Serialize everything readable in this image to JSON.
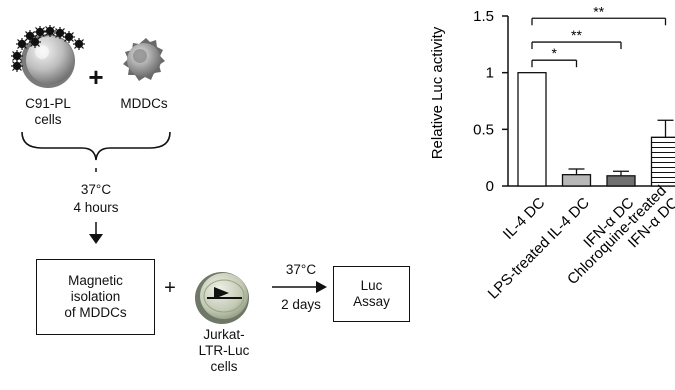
{
  "schematic": {
    "cell_a_label": "C91-PL\ncells",
    "plus_1": "+",
    "cell_b_label": "MDDCs",
    "step1_temp": "37°C",
    "step1_time": "4 hours",
    "isolation_box": "Magnetic\nisolation\nof MDDCs",
    "plus_2": "+",
    "reporter_label": "Jurkat-\nLTR-Luc\ncells",
    "step2_temp": "37°C",
    "step2_time": "2 days",
    "assay_box": "Luc\nAssay"
  },
  "colors": {
    "stroke": "#111111",
    "bar_white": "#ffffff",
    "bar_light": "#b8b8b8",
    "bar_dark": "#707070",
    "cell_gray": "#9a9a9a",
    "reporter_green": "#b9c4a8"
  },
  "chart_data": {
    "type": "bar",
    "ylabel": "Relative Luc activity",
    "ylim": [
      0,
      1.5
    ],
    "yticks": [
      "0",
      "0.5",
      "1",
      "1.5"
    ],
    "categories": [
      "IL-4 DC",
      "LPS-treated IL-4 DC",
      "IFN-α DC",
      "Chloroquine-treated IFN-α DC"
    ],
    "category_lines": [
      [
        "IL-4 DC"
      ],
      [
        "LPS-treated IL-4 DC"
      ],
      [
        "IFN-α DC"
      ],
      [
        "Chloroquine-treated",
        "IFN-α DC"
      ]
    ],
    "values": [
      1.0,
      0.1,
      0.09,
      0.43
    ],
    "errors": [
      0.0,
      0.05,
      0.04,
      0.15
    ],
    "fills": [
      "white",
      "light",
      "dark",
      "hatched"
    ],
    "significance": [
      {
        "from": 0,
        "to": 1,
        "label": "*"
      },
      {
        "from": 0,
        "to": 2,
        "label": "**"
      },
      {
        "from": 0,
        "to": 3,
        "label": "**"
      }
    ],
    "grid": false,
    "legend": "none"
  }
}
